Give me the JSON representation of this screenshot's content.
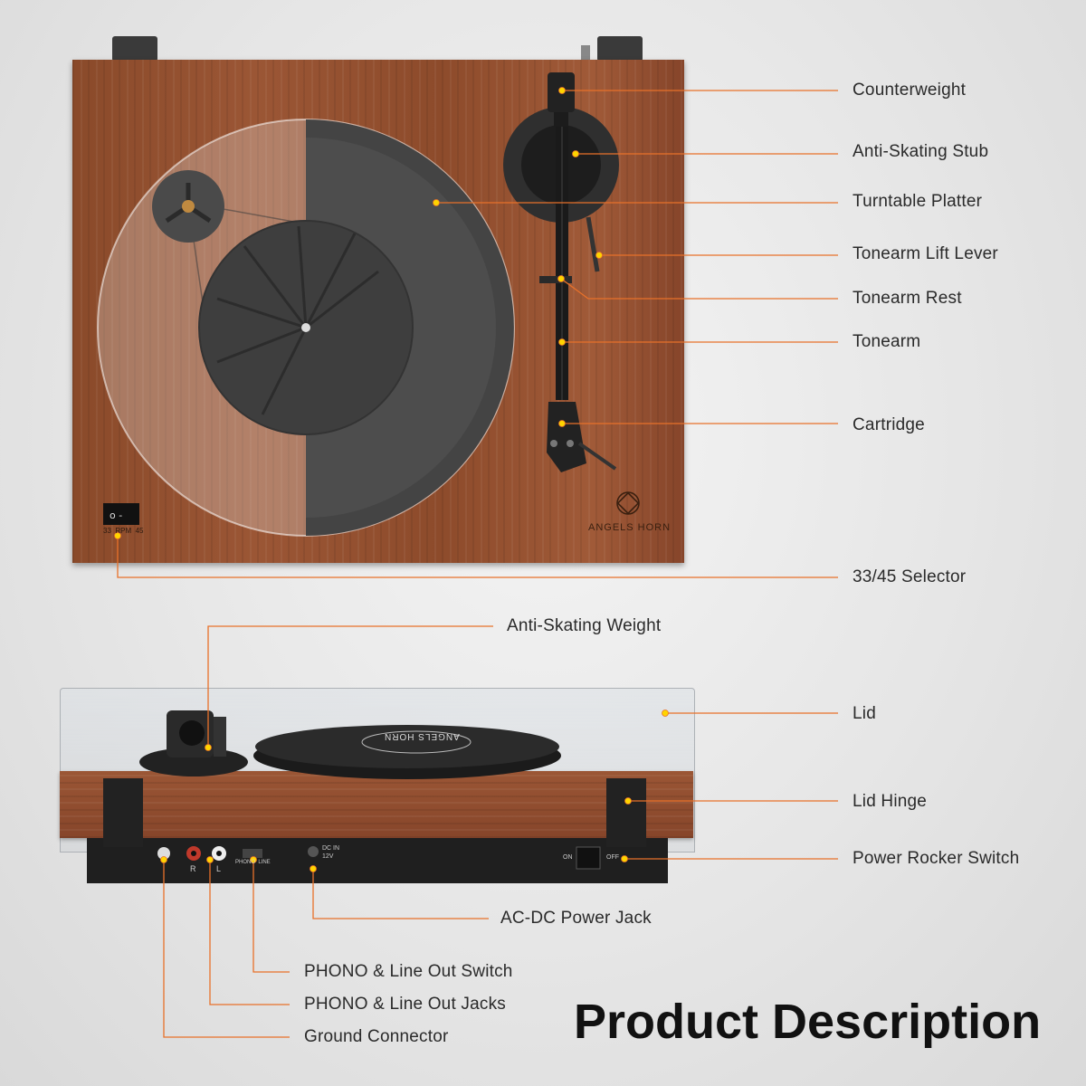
{
  "top_view": {
    "callouts": [
      {
        "id": "counterweight",
        "label": "Counterweight"
      },
      {
        "id": "anti-skating-stub",
        "label": "Anti-Skating Stub"
      },
      {
        "id": "turntable-platter",
        "label": "Turntable Platter"
      },
      {
        "id": "tonearm-lift-lever",
        "label": "Tonearm Lift Lever"
      },
      {
        "id": "tonearm-rest",
        "label": "Tonearm Rest"
      },
      {
        "id": "tonearm",
        "label": "Tonearm"
      },
      {
        "id": "cartridge",
        "label": "Cartridge"
      },
      {
        "id": "selector",
        "label": "33/45 Selector"
      }
    ],
    "brand": "ANGELS HORN",
    "rpm_text": "33  RPM  45"
  },
  "side_view": {
    "callouts": [
      {
        "id": "anti-skating-weight",
        "label": "Anti-Skating Weight"
      },
      {
        "id": "lid",
        "label": "Lid"
      },
      {
        "id": "lid-hinge",
        "label": "Lid Hinge"
      },
      {
        "id": "power-rocker-switch",
        "label": "Power Rocker Switch"
      },
      {
        "id": "ac-dc-power-jack",
        "label": "AC-DC Power Jack"
      },
      {
        "id": "phono-line-out-switch",
        "label": "PHONO & Line Out Switch"
      },
      {
        "id": "phono-line-out-jacks",
        "label": "PHONO & Line Out Jacks"
      },
      {
        "id": "ground-connector",
        "label": "Ground Connector"
      }
    ],
    "panel": {
      "r": "R",
      "l": "L",
      "phono_line": "PHONO  LINE",
      "dc_in": "DC IN",
      "dc_v": "12V",
      "on": "ON",
      "off": "OFF"
    },
    "mat_text": "ANGELS HORN"
  },
  "title": "Product Description",
  "colors": {
    "accent": "#e8712a",
    "dot": "#ffd400",
    "wood": "#9b5635"
  }
}
